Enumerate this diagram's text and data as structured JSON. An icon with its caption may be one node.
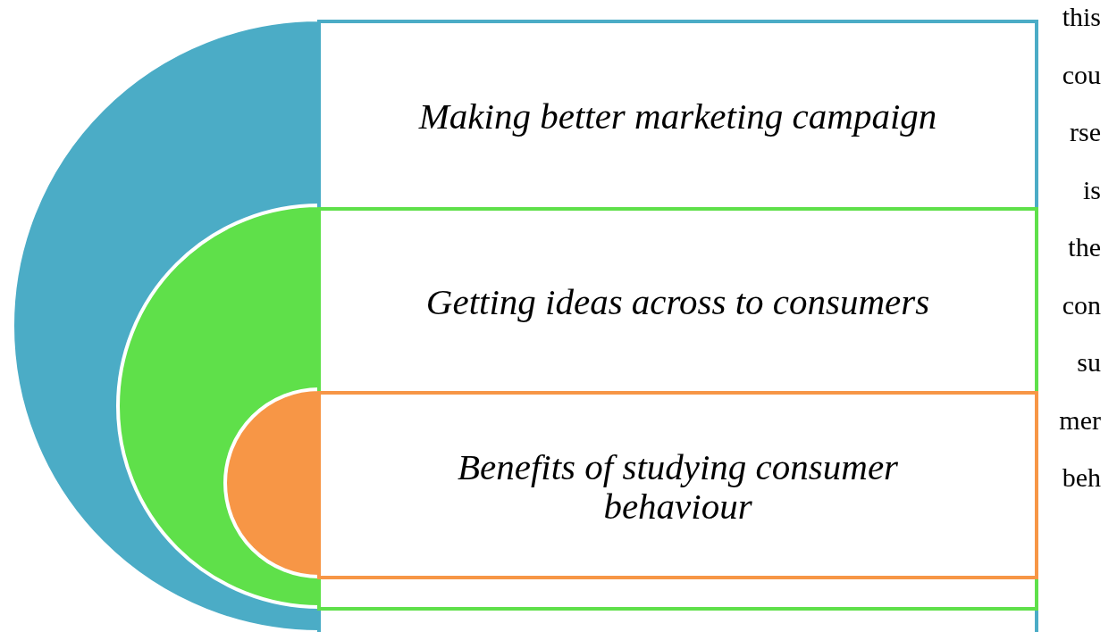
{
  "diagram": {
    "nodes": [
      {
        "text": [
          "Making better marketing campaign"
        ]
      },
      {
        "text": [
          "Getting ideas across to consumers"
        ],
        "in": 0
      },
      {
        "text": [
          "Benefits of studying consumer behaviour"
        ],
        "in": 1
      }
    ],
    "labels": [
      "this",
      "cou",
      "rse",
      "is",
      "the",
      "con",
      "su",
      "mer",
      "beh"
    ]
  }
}
